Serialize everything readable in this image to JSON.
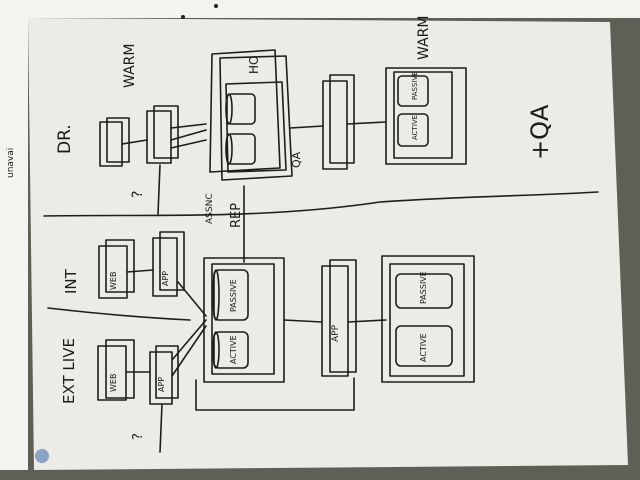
{
  "sheet": {
    "color": "#ecebe6",
    "back_sheet_color": "#f3f3ef",
    "background_color": "#5f5f55",
    "ink_color": "#1d1d1d"
  },
  "margin_scribble": "unavai",
  "labels": {
    "dr": "DR.",
    "warm_left": "WARM",
    "warm_right": "WARM",
    "qa_big": "+QA",
    "int": "INT",
    "ext_live": "EXT LIVE",
    "rep": "REP",
    "assnc": "ASSNC",
    "qa_small": "QA",
    "ho": "HO",
    "question_top": "?",
    "question_bottom": "?",
    "server_web": "WEB",
    "server_app": "APP",
    "db_passive": "PASSIVE",
    "db_active": "ACTIVE"
  }
}
